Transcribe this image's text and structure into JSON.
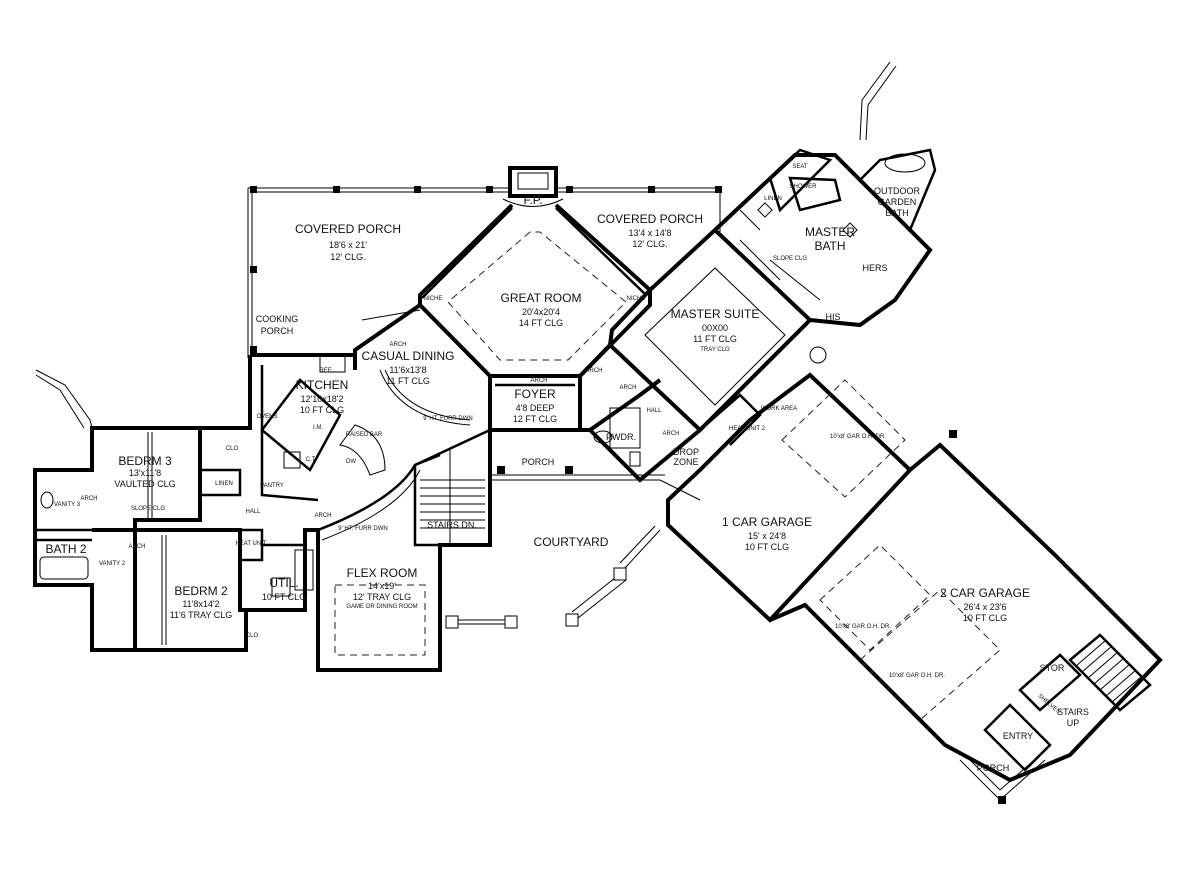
{
  "rooms": {
    "covered_porch_left": {
      "name": "COVERED PORCH",
      "line1": "18'6 x 21'",
      "line2": "12' CLG."
    },
    "covered_porch_right": {
      "name": "COVERED PORCH",
      "line1": "13'4 x 14'8",
      "line2": "12' CLG."
    },
    "fireplace": {
      "name": "F.P."
    },
    "great_room": {
      "name": "GREAT ROOM",
      "line1": "20'4x20'4",
      "line2": "14 FT CLG"
    },
    "cooking_porch": {
      "line1": "COOKING",
      "line2": "PORCH"
    },
    "casual_dining": {
      "name": "CASUAL DINING",
      "line1": "11'6x13'8",
      "line2": "11 FT CLG"
    },
    "kitchen": {
      "name": "KITCHEN",
      "line1": "12'10x18'2",
      "line2": "10 FT CLG"
    },
    "foyer": {
      "name": "FOYER",
      "line1": "4'8 DEEP",
      "line2": "12 FT CLG"
    },
    "master_suite": {
      "name": "MASTER SUITE",
      "line1": "00X00",
      "line2": "11 FT CLG",
      "line3": "TRAY CLG"
    },
    "master_bath": {
      "line1": "MASTER",
      "line2": "BATH",
      "note": "SLOPE CLG"
    },
    "outdoor_bath": {
      "line1": "OUTDOOR",
      "line2": "GARDEN",
      "line3": "BATH"
    },
    "bedroom3": {
      "name": "BEDRM 3",
      "line1": "13'x11'8",
      "line2": "VAULTED CLG",
      "note": "SLOPE CLG"
    },
    "bedroom2": {
      "name": "BEDRM 2",
      "line1": "11'8x14'2",
      "line2": "11'6 TRAY CLG"
    },
    "bath2": {
      "name": "BATH 2"
    },
    "util": {
      "name": "UTIL.",
      "line1": "10 FT CLG"
    },
    "flex_room": {
      "name": "FLEX ROOM",
      "line1": "14'x19'",
      "line2": "12' TRAY CLG",
      "line3": "GAME OR DINING ROOM"
    },
    "courtyard": {
      "name": "COURTYARD"
    },
    "porch_front": {
      "name": "PORCH"
    },
    "stairs_down": {
      "name": "STAIRS DN."
    },
    "powder": {
      "name": "PWDR."
    },
    "drop_zone": {
      "line1": "DROP",
      "line2": "ZONE"
    },
    "garage1": {
      "name": "1 CAR GARAGE",
      "line1": "15' x 24'8",
      "line2": "10 FT CLG"
    },
    "garage2": {
      "name": "2 CAR GARAGE",
      "line1": "26'4 x 23'6",
      "line2": "10 FT CLG"
    },
    "stor": {
      "name": "STOR"
    },
    "stairs_up": {
      "line1": "STAIRS",
      "line2": "UP"
    },
    "entry": {
      "name": "ENTRY"
    },
    "porch_garage": {
      "name": "PORCH"
    },
    "hers": {
      "name": "HERS"
    },
    "his": {
      "name": "HIS"
    },
    "hall": {
      "name": "HALL"
    },
    "hall_small": {
      "name": "HALL"
    },
    "clo": {
      "name": "CLO"
    },
    "clo_small": {
      "name": "CLO"
    },
    "linen": {
      "name": "LINEN"
    },
    "linen_master": {
      "name": "LINEN"
    },
    "pantry": {
      "name": "PANTRY"
    }
  },
  "notes": {
    "niche_left": "NICHE",
    "niche_right": "NICHE",
    "arch_dining": "ARCH",
    "arch_foyer": "ARCH",
    "arch_hall1": "ARCH",
    "arch_hall2": "ARCH",
    "arch_hall3": "ARCH",
    "arch_bed3": "ARCH",
    "arch_bath2": "ARCH",
    "arch_util": "ARCH",
    "furr_dining": "9' HT. FURR DWN",
    "furr_flex": "9' HT. FURR DWN",
    "ref": "REF.",
    "ovens": "OVENS",
    "im": "I.M.",
    "raised_bar": "RAISED BAR",
    "dw": "DW",
    "ct": "C.T.",
    "vanity3": "VANITY 3",
    "vanity2": "VANITY 2",
    "heat_unit1": "HEAT UNIT",
    "heat_unit2": "HEAT UNIT 2",
    "work_area": "WORK AREA",
    "shower": "SHOWER",
    "seat": "SEAT",
    "gar_door1": "10'x8' GAR O.H. DR.",
    "gar_door2": "10'x8' GAR O.H. DR.",
    "gar_door3": "10'x8' GAR O.H. DR.",
    "shelves": "SHELVES"
  }
}
